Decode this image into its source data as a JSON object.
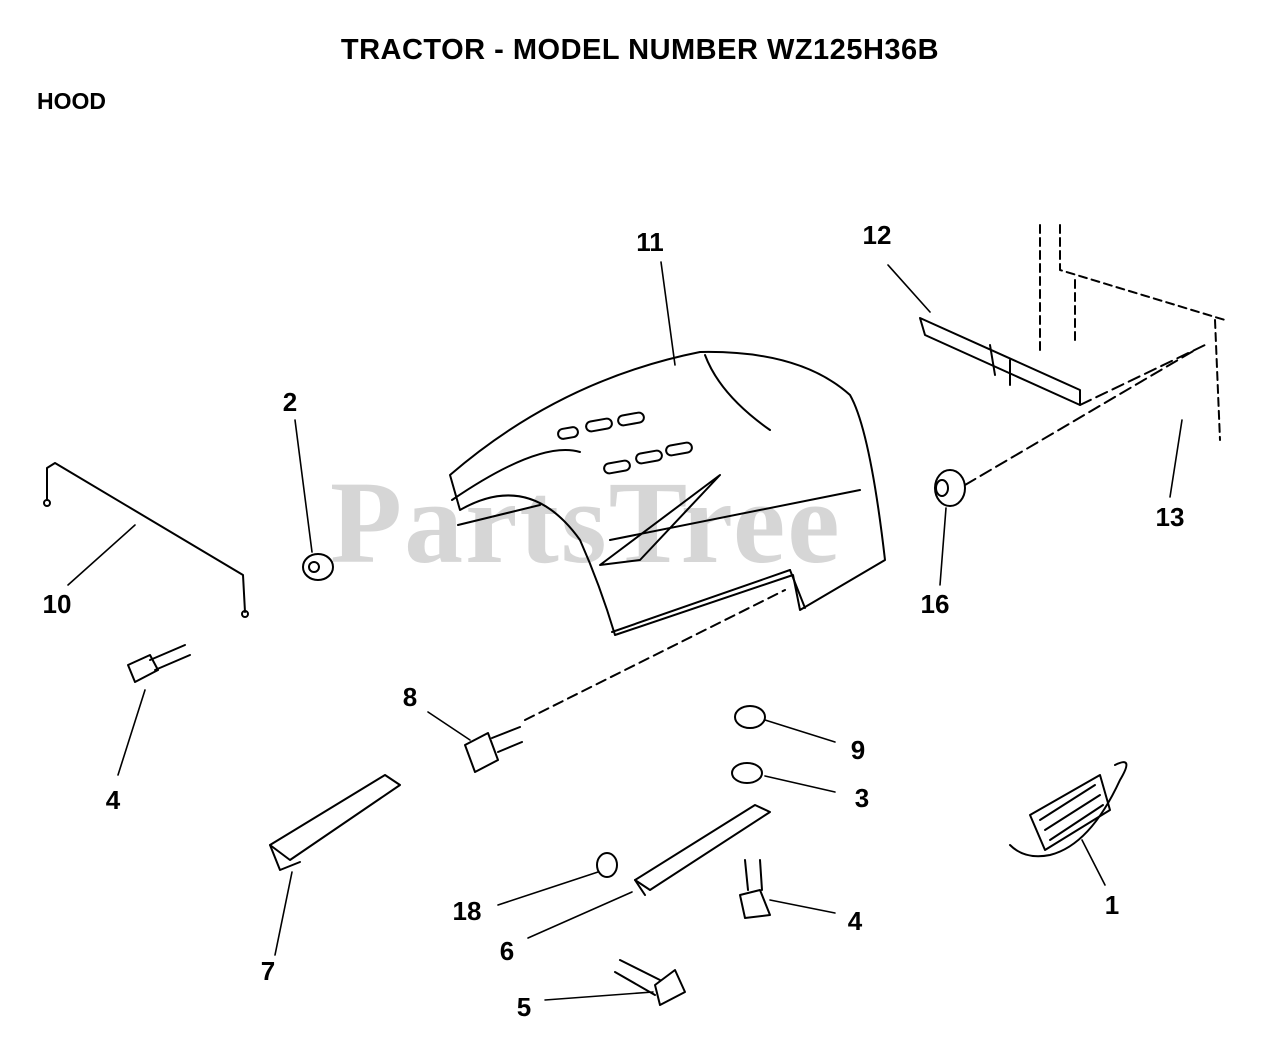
{
  "header": {
    "title": "TRACTOR  - MODEL NUMBER WZ125H36B",
    "section": "HOOD"
  },
  "watermark": "PartsTree",
  "callouts": [
    {
      "id": "c11",
      "label": "11"
    },
    {
      "id": "c12",
      "label": "12"
    },
    {
      "id": "c13",
      "label": "13"
    },
    {
      "id": "c2",
      "label": "2"
    },
    {
      "id": "c10",
      "label": "10"
    },
    {
      "id": "c16",
      "label": "16"
    },
    {
      "id": "c4a",
      "label": "4"
    },
    {
      "id": "c8",
      "label": "8"
    },
    {
      "id": "c9",
      "label": "9"
    },
    {
      "id": "c3",
      "label": "3"
    },
    {
      "id": "c1",
      "label": "1"
    },
    {
      "id": "c18",
      "label": "18"
    },
    {
      "id": "c6",
      "label": "6"
    },
    {
      "id": "c4b",
      "label": "4"
    },
    {
      "id": "c7",
      "label": "7"
    },
    {
      "id": "c5",
      "label": "5"
    }
  ]
}
